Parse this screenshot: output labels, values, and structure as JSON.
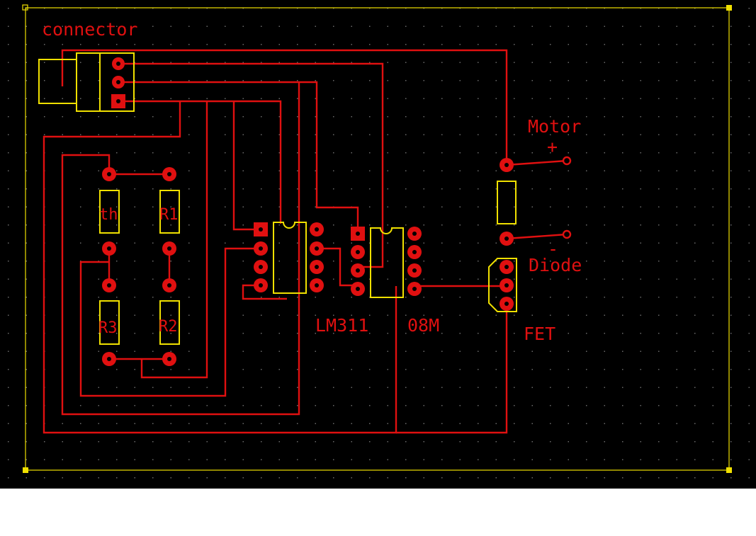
{
  "colors": {
    "background": "#000000",
    "trace": "#e01010",
    "silkscreen": "#f0e000",
    "grid_dot": "#6a6a6a",
    "pad_hole": "#000000",
    "below_canvas": "#ffffff"
  },
  "labels": {
    "connector": "connector",
    "motor": "Motor",
    "motor_plus": "+",
    "motor_minus": "-",
    "diode": "Diode",
    "fet": "FET",
    "lm311": "LM311",
    "ic_08m": "08M",
    "th": "th",
    "r1": "R1",
    "r2": "R2",
    "r3": "R3"
  },
  "components": [
    {
      "ref": "connector",
      "type": "3-pin header"
    },
    {
      "ref": "th",
      "type": "thermistor"
    },
    {
      "ref": "R1",
      "type": "resistor"
    },
    {
      "ref": "R2",
      "type": "resistor"
    },
    {
      "ref": "R3",
      "type": "resistor"
    },
    {
      "ref": "LM311",
      "type": "8-pin DIP comparator"
    },
    {
      "ref": "08M",
      "type": "8-pin DIP microcontroller"
    },
    {
      "ref": "Diode",
      "type": "diode"
    },
    {
      "ref": "FET",
      "type": "TO-92 transistor"
    },
    {
      "ref": "Motor",
      "type": "2-terminal motor connection"
    }
  ]
}
